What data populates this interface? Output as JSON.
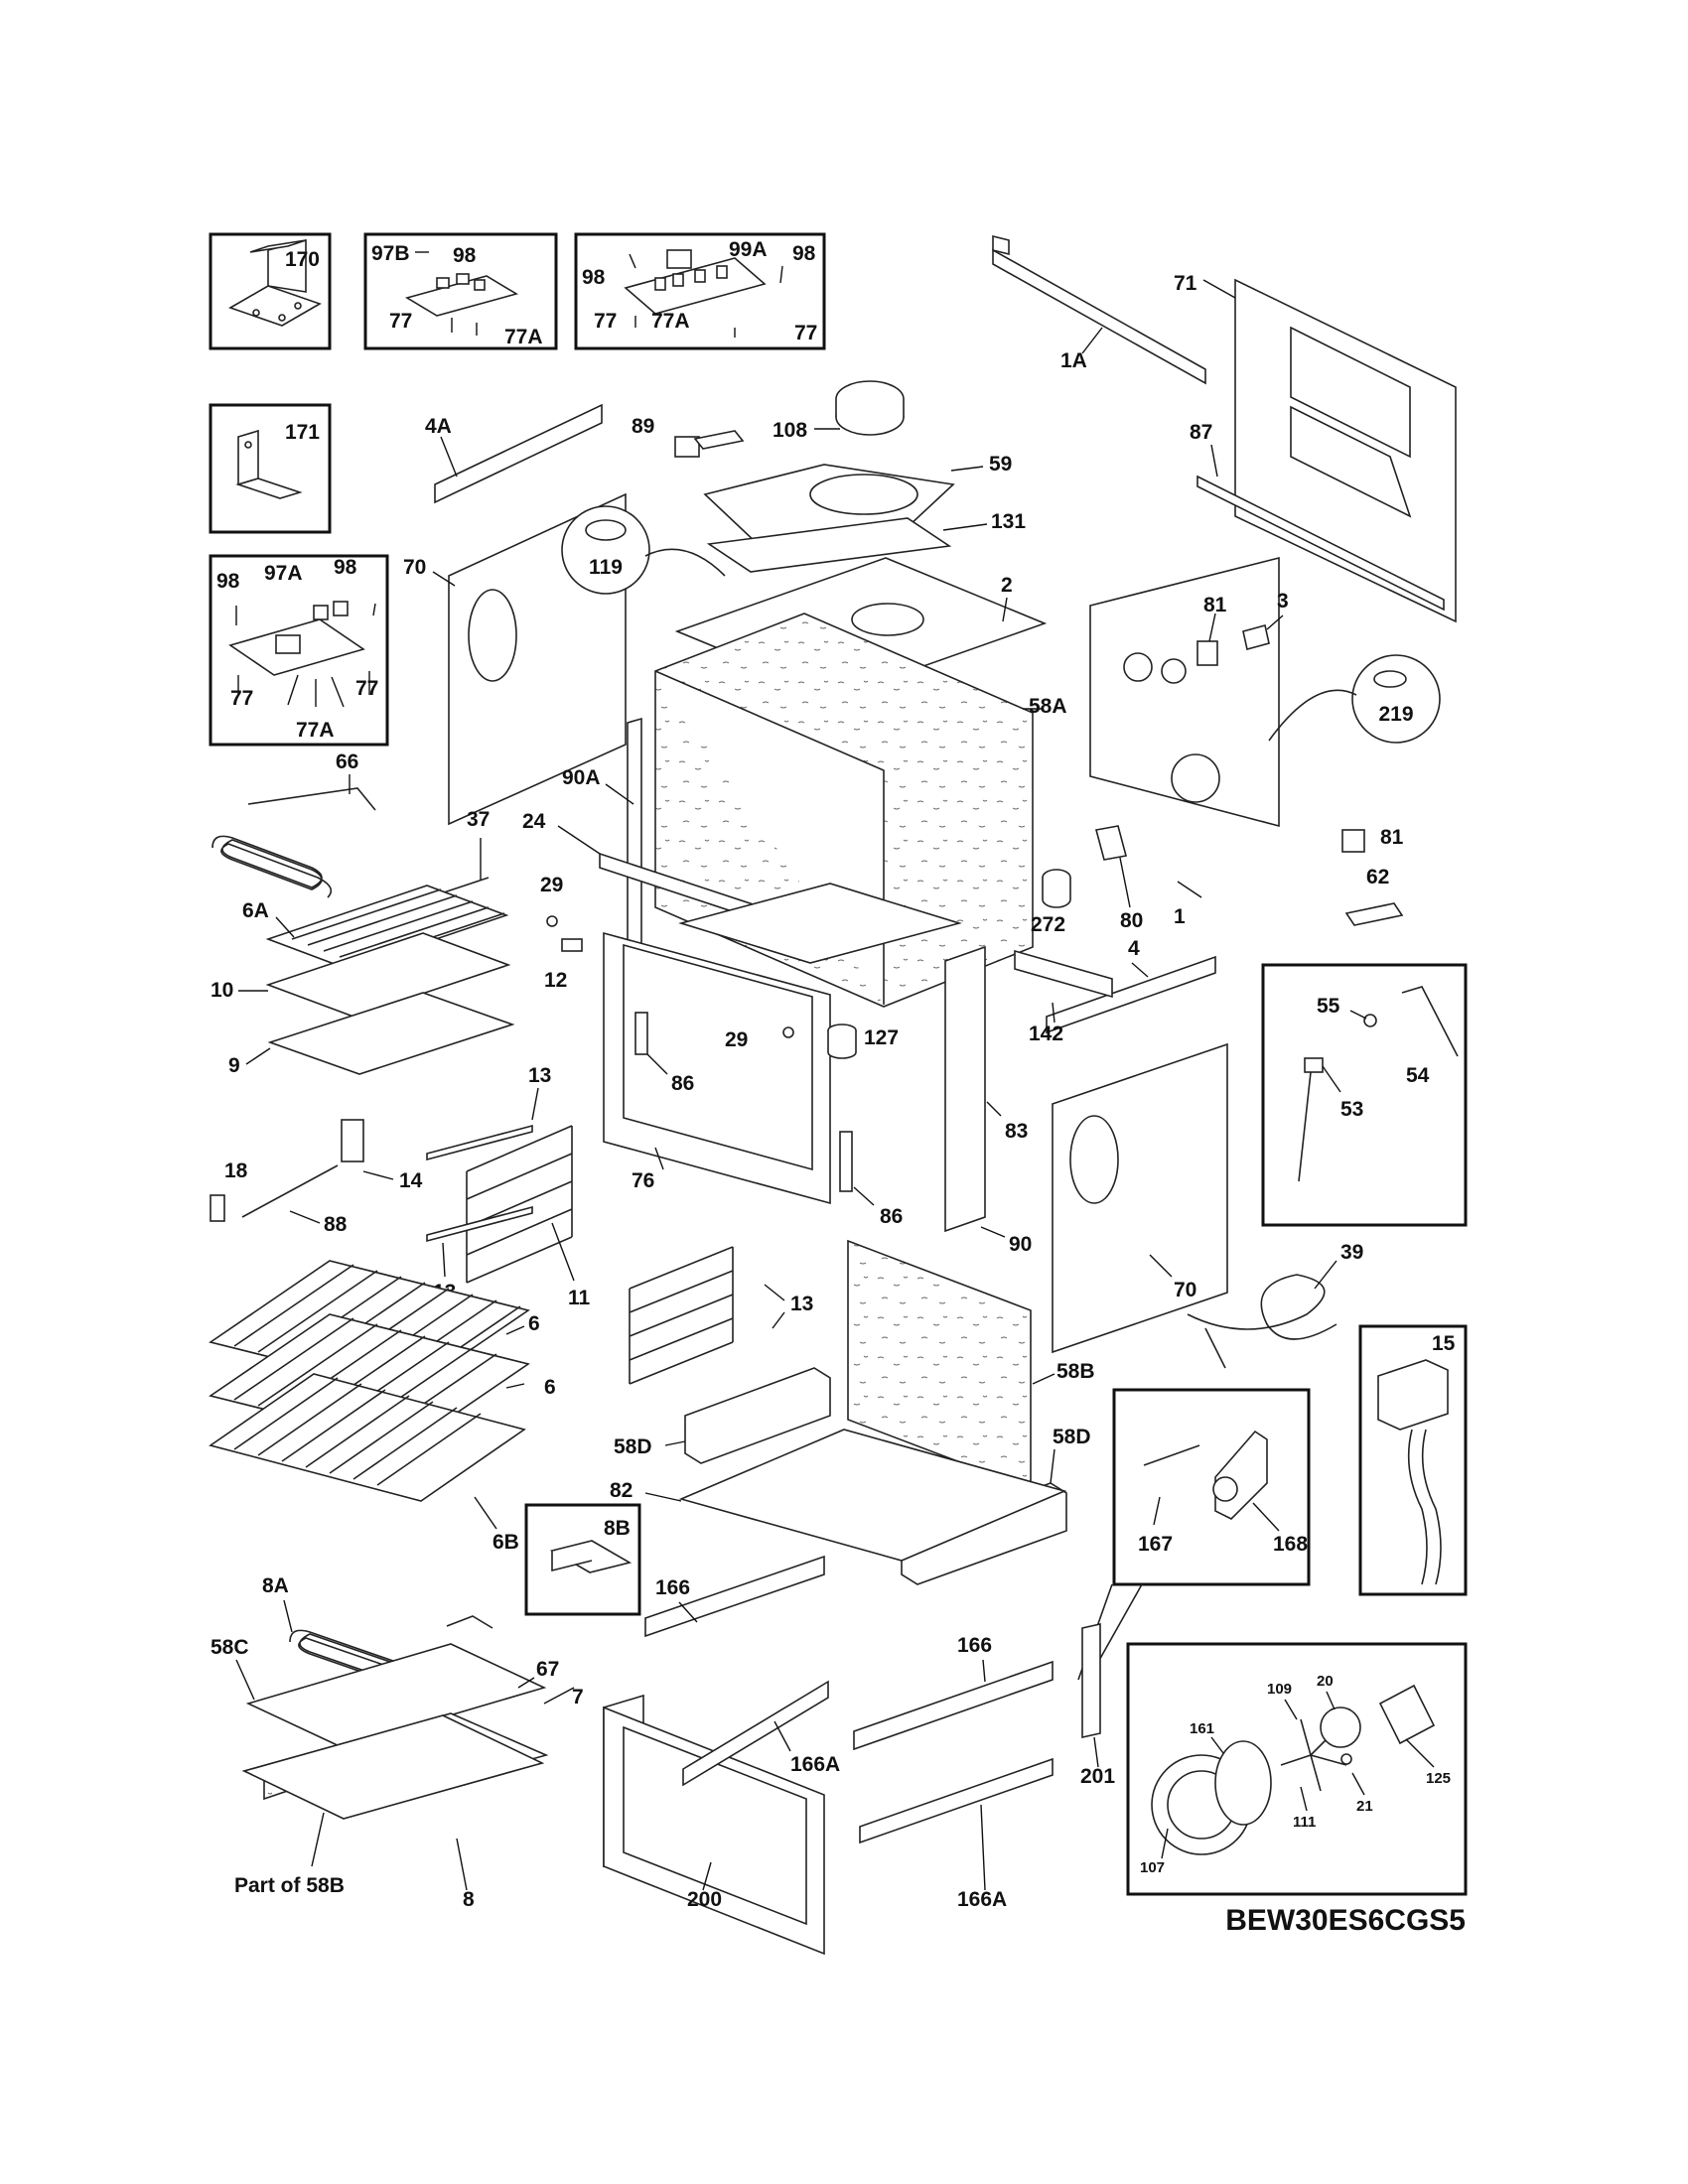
{
  "model_number": "BEW30ES6CGS5",
  "footnote_label": "Part of 58B",
  "callouts": {
    "c170": "170",
    "c171": "171",
    "c97B": "97B",
    "c98a": "98",
    "c77a": "77",
    "c77Aa": "77A",
    "c98b": "98",
    "c99A": "99A",
    "c98c": "98",
    "c77b": "77",
    "c77Ab": "77A",
    "c77c": "77",
    "c97A": "97A",
    "c98d": "98",
    "c98e": "98",
    "c77d": "77",
    "c77e": "77",
    "c77Ac": "77A",
    "c1A": "1A",
    "c71": "71",
    "c87": "87",
    "c4A": "4A",
    "c89": "89",
    "c108": "108",
    "c59": "59",
    "c131": "131",
    "c119": "119",
    "c70a": "70",
    "c2": "2",
    "c81a": "81",
    "c3": "3",
    "c219": "219",
    "c58A": "58A",
    "c90A": "90A",
    "c24": "24",
    "c66": "66",
    "c37": "37",
    "c29a": "29",
    "c12": "12",
    "c6A": "6A",
    "c10": "10",
    "c9": "9",
    "c81b": "81",
    "c62": "62",
    "c272": "272",
    "c80": "80",
    "c1": "1",
    "c4": "4",
    "c142": "142",
    "c29b": "29",
    "c127": "127",
    "c86a": "86",
    "c55": "55",
    "c54": "54",
    "c53": "53",
    "c13a": "13",
    "c18": "18",
    "c14": "14",
    "c88": "88",
    "c76": "76",
    "c86b": "86",
    "c83": "83",
    "c90": "90",
    "c70b": "70",
    "c13b": "13",
    "c11": "11",
    "c13c": "13",
    "c39": "39",
    "c6a": "6",
    "c6b": "6",
    "c15": "15",
    "c58B": "58B",
    "c58D": "58D",
    "c58Db": "58D",
    "c82": "82",
    "c8B": "8B",
    "c6B": "6B",
    "c167": "167",
    "c168": "168",
    "c8A": "8A",
    "c166a": "166",
    "c166b": "166",
    "c58C": "58C",
    "c67": "67",
    "c7": "7",
    "c166A": "166A",
    "c201": "201",
    "c20": "20",
    "c109": "109",
    "c161": "161",
    "c21": "21",
    "c125": "125",
    "c111": "111",
    "c107": "107",
    "c8": "8",
    "c200": "200",
    "c166Ab": "166A"
  }
}
